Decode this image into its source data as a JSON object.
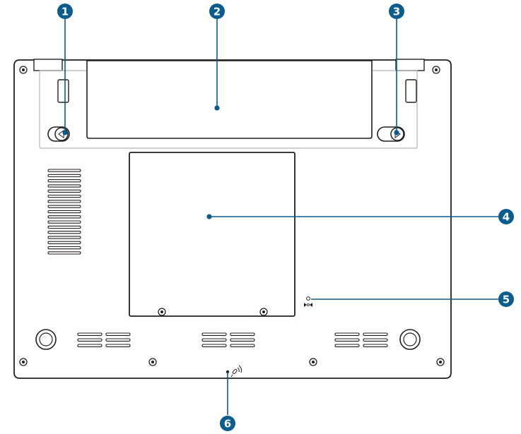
{
  "diagram": {
    "subject": "laptop-bottom-view",
    "line_color": "#231f20",
    "callout_color": "#0a5c8f",
    "callouts": [
      {
        "number": "1",
        "target": "battery-lock-left"
      },
      {
        "number": "2",
        "target": "battery-pack"
      },
      {
        "number": "3",
        "target": "battery-lock-right"
      },
      {
        "number": "4",
        "target": "memory-compartment"
      },
      {
        "number": "5",
        "target": "reset-hole"
      },
      {
        "number": "6",
        "target": "microphone"
      }
    ],
    "icons": {
      "battery_lock_left": "triangle-left-icon",
      "battery_lock_right": "triangle-right-icon",
      "reset": "reset-icon",
      "microphone": "microphone-icon"
    }
  }
}
